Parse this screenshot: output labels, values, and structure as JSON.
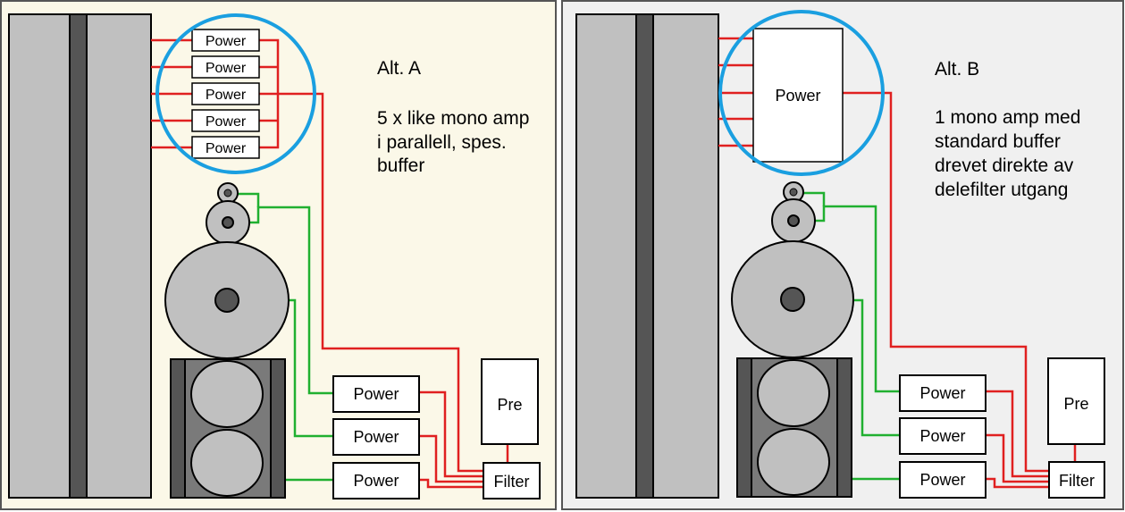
{
  "colors": {
    "panel_a_bg": "#fbf8e8",
    "panel_b_bg": "#f0f0f0",
    "signal_red": "#e02020",
    "speaker_green": "#20b030",
    "highlight_circle": "#1a9fe0",
    "speaker_gray": "#c0c0c0",
    "speaker_dark": "#555555"
  },
  "panel_a": {
    "title": "Alt. A",
    "description": [
      "5 x like mono amp",
      "i parallell, spes.",
      "buffer"
    ],
    "bass_amps": [
      "Power",
      "Power",
      "Power",
      "Power",
      "Power"
    ],
    "mid_amps": [
      "Power",
      "Power",
      "Power"
    ],
    "pre_label": "Pre",
    "filter_label": "Filter"
  },
  "panel_b": {
    "title": "Alt. B",
    "description": [
      "1 mono amp med",
      "standard buffer",
      "drevet direkte av",
      "delefilter utgang"
    ],
    "bass_amp": "Power",
    "mid_amps": [
      "Power",
      "Power",
      "Power"
    ],
    "pre_label": "Pre",
    "filter_label": "Filter"
  }
}
